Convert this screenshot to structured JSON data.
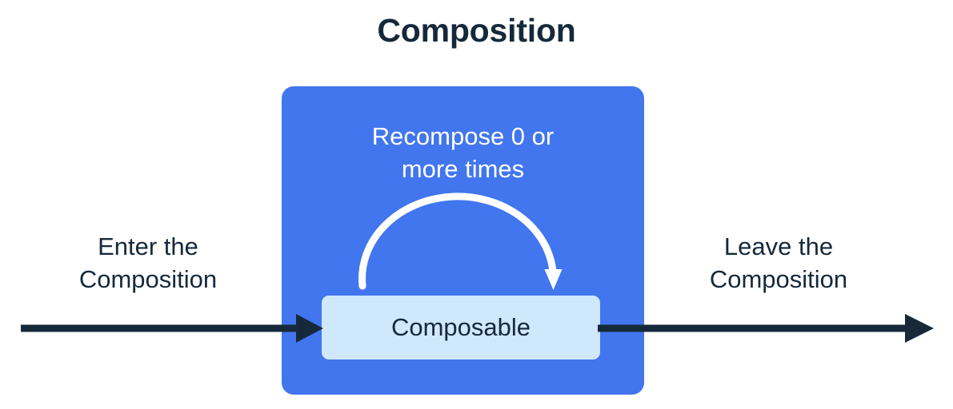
{
  "title": "Composition",
  "colors": {
    "background": "#ffffff",
    "composition_box": "#4276ee",
    "composable_box": "#d0e8fc",
    "text_dark": "#16293a",
    "text_light": "#ffffff",
    "arrow_dark": "#16293a",
    "arrow_light": "#ffffff"
  },
  "composition": {
    "recompose_label": "Recompose 0 or\nmore times",
    "composable_label": "Composable",
    "recompose_arrow_name": "recompose-loop-arrow"
  },
  "flow": {
    "enter_label": "Enter the\nComposition",
    "leave_label": "Leave the\nComposition"
  }
}
